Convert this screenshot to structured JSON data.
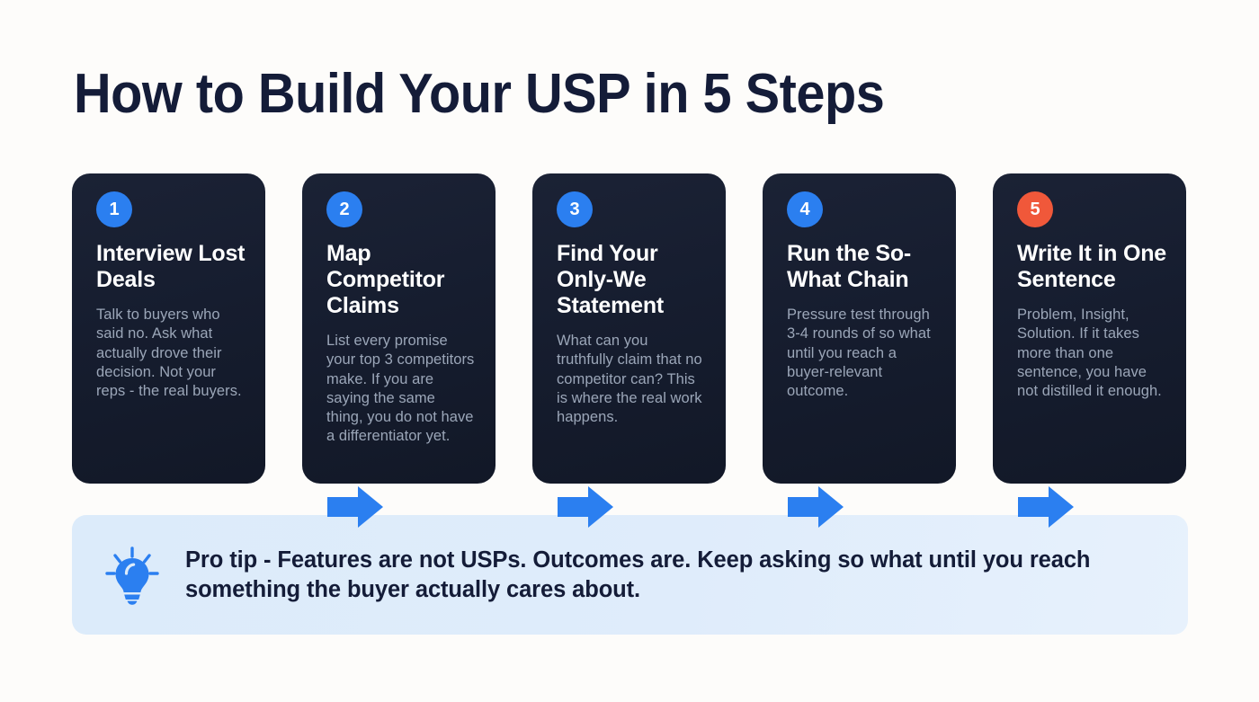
{
  "title": "How to Build Your USP in 5 Steps",
  "theme": {
    "background": "#fdfcfa",
    "card_bg": "#161d2f",
    "badge_blue": "#2b7ff0",
    "badge_orange": "#f0583a",
    "arrow_blue": "#2b7ff0",
    "title_navy": "#141c38",
    "body_gray": "#9ba6b8",
    "tip_bg": "#dcebfa"
  },
  "steps": [
    {
      "number": "1",
      "title": "Interview Lost Deals",
      "body": "Talk to buyers who said no. Ask what actually drove their decision. Not your reps - the real buyers.",
      "badge_color": "blue"
    },
    {
      "number": "2",
      "title": "Map Competitor Claims",
      "body": "List every promise your top 3 competitors make. If you are saying the same thing, you do not have a differentiator yet.",
      "badge_color": "blue"
    },
    {
      "number": "3",
      "title": "Find Your Only-We Statement",
      "body": "What can you truthfully claim that no competitor can? This is where the real work happens.",
      "badge_color": "blue"
    },
    {
      "number": "4",
      "title": "Run the So-What Chain",
      "body": "Pressure test through 3-4 rounds of so what until you reach a buyer-relevant outcome.",
      "badge_color": "blue"
    },
    {
      "number": "5",
      "title": "Write It in One Sentence",
      "body": "Problem, Insight, Solution. If it takes more than one sentence, you have not distilled it enough.",
      "badge_color": "orange"
    }
  ],
  "connectors": [
    {
      "icon": "arrow-right-icon"
    },
    {
      "icon": "arrow-right-icon"
    },
    {
      "icon": "arrow-right-icon"
    },
    {
      "icon": "arrow-right-icon"
    }
  ],
  "tip": {
    "icon": "lightbulb-icon",
    "text": "Pro tip - Features are not USPs. Outcomes are. Keep asking so what until you reach something the buyer actually cares about."
  }
}
